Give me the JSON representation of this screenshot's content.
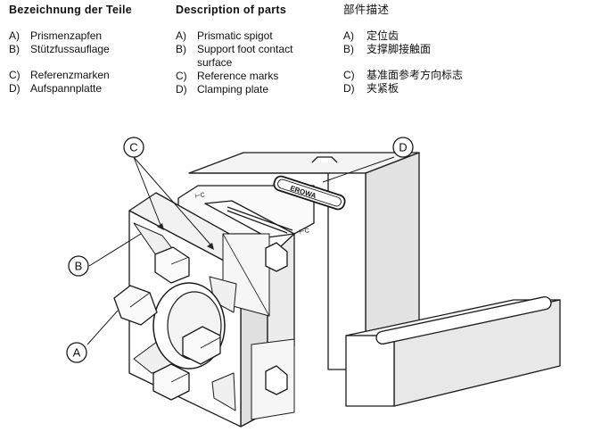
{
  "legend": {
    "german": {
      "title": "Bezeichnung der Teile",
      "items": [
        {
          "key": "A)",
          "text": "Prismenzapfen"
        },
        {
          "key": "B)",
          "text": "Stützfussauflage"
        },
        {
          "key": "C)",
          "text": "Referenzmarken"
        },
        {
          "key": "D)",
          "text": "Aufspannplatte"
        }
      ]
    },
    "english": {
      "title": "Description of parts",
      "items": [
        {
          "key": "A)",
          "text": "Prismatic spigot"
        },
        {
          "key": "B)",
          "text": "Support foot contact",
          "text2": "surface"
        },
        {
          "key": "C)",
          "text": "Reference marks"
        },
        {
          "key": "D)",
          "text": "Clamping plate"
        }
      ]
    },
    "chinese": {
      "title": "部件描述",
      "items": [
        {
          "key": "A)",
          "text": "定位齿"
        },
        {
          "key": "B)",
          "text": "支撑脚接触面"
        },
        {
          "key": "C)",
          "text": "基准面参考方向标志"
        },
        {
          "key": "D)",
          "text": "夹紧板"
        }
      ]
    }
  },
  "callouts": {
    "a": "A",
    "b": "B",
    "c": "C",
    "d": "D"
  },
  "logo_text": "EROWA"
}
